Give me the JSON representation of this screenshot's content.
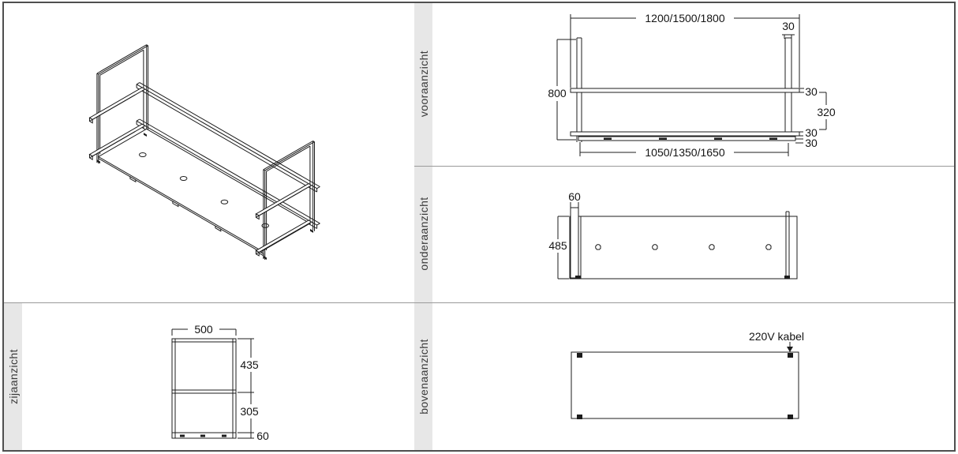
{
  "strips": {
    "front_label": "vooraanzicht",
    "bottom_label": "onderaanzicht",
    "side_label": "zijaanzicht",
    "top_label": "bovenaanzicht"
  },
  "front_view": {
    "dim_total_width": "1200/1500/1800",
    "dim_post_width": "30",
    "dim_height": "800",
    "dim_upper_rail": "30",
    "dim_rail_spacing": "320",
    "dim_lower_rail": "30",
    "dim_base": "30",
    "dim_inner_width": "1050/1350/1650"
  },
  "bottom_view": {
    "dim_post_depth": "60",
    "dim_plate_depth": "485"
  },
  "side_view": {
    "dim_depth": "500",
    "dim_upper_section": "435",
    "dim_lower_section": "305",
    "dim_base_height": "60"
  },
  "top_view": {
    "annotation_cable": "220V kabel"
  },
  "colors": {
    "line": "#1c1c1c",
    "strip_bg": "#e7e7e7",
    "strip_text": "#3a3a3a",
    "divider": "#9a9a9a",
    "page_border": "#4f4f4f",
    "background": "#ffffff"
  }
}
